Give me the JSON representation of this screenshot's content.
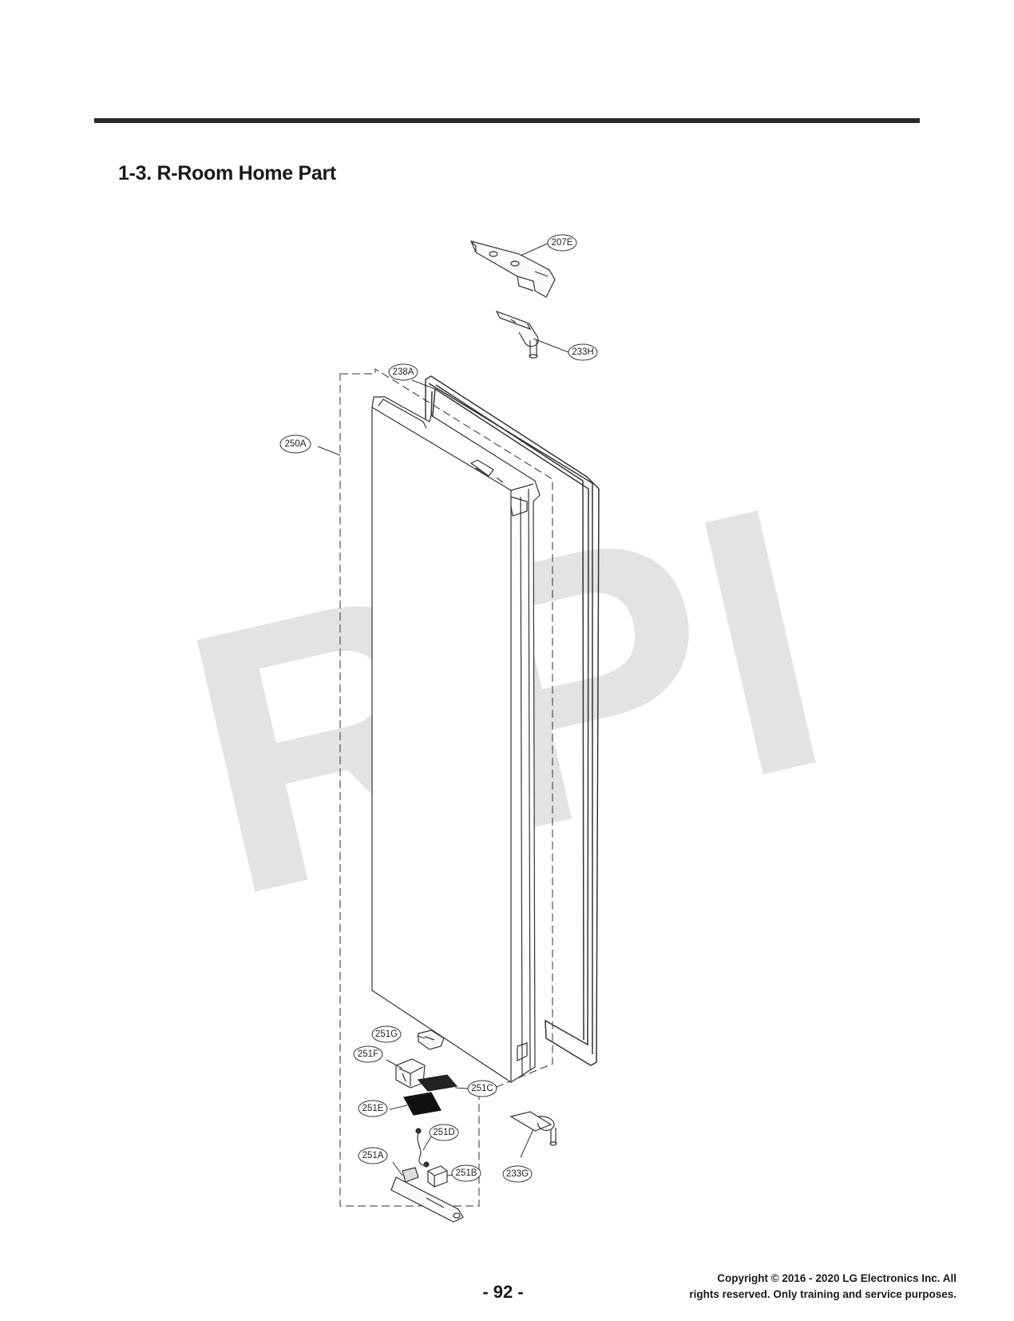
{
  "section_title": "1-3. R-Room Home Part",
  "watermark": "RPI",
  "callouts": {
    "c207E": "207E",
    "c233H": "233H",
    "c238A": "238A",
    "c250A": "250A",
    "c251G": "251G",
    "c251F": "251F",
    "c251C": "251C",
    "c251E": "251E",
    "c251D": "251D",
    "c251A": "251A",
    "c251B": "251B",
    "c233G": "233G"
  },
  "footer": {
    "page_number": "- 92 -",
    "copyright_line1": "Copyright © 2016 - 2020 LG Electronics Inc. All",
    "copyright_line2": "rights reserved. Only training and service purposes."
  }
}
